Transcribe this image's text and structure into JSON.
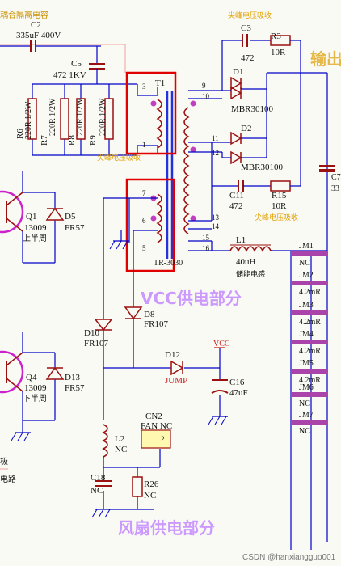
{
  "texts": {
    "top_label": "耦合隔离电容",
    "c2_name": "C2",
    "c2_value": "335uF 400V",
    "c5_name": "C5",
    "c5_value": "472 1KV",
    "r6_name": "R6",
    "r6_value": "220R 1/2W",
    "r7_name": "R7",
    "r7_value": "220R 1/2W",
    "r8_name": "R8",
    "r8_value": "220R 1/2W",
    "r9_name": "R9",
    "r9_value": "220R 1/2W",
    "t1_name": "T1",
    "t1_part": "TR-3030",
    "snubber1": "尖峰电压吸收",
    "snubber2": "尖峰电压吸收",
    "snubber3": "尖峰电压吸收",
    "c3_name": "C3",
    "c3_value": "472",
    "r3_name": "R3",
    "r3_value": "10R",
    "d1_name": "D1",
    "d1_part": "MBR30100",
    "d2_name": "D2",
    "d2_part": "MBR30100",
    "c11_name": "C11",
    "c11_value": "472",
    "r15_name": "R15",
    "r15_value": "10R",
    "output_title": "输出",
    "l1_name": "L1",
    "l1_value": "40uH",
    "l1_desc": "储能电感",
    "q1_name": "Q1",
    "q1_part": "13009",
    "q1_desc": "上半周",
    "d5_name": "D5",
    "d5_part": "FR57",
    "q4_name": "Q4",
    "q4_part": "13009",
    "q4_desc": "下半周",
    "d13_name": "D13",
    "d13_part": "FR57",
    "vcc_title": "VCC供电部分",
    "d8_name": "D8",
    "d8_part": "FR107",
    "d10_name": "D10",
    "d10_part": "FR107",
    "d12_name": "D12",
    "d12_part": "JUMP",
    "vcc_label": "VCC",
    "c16_name": "C16",
    "c16_value": "47uF",
    "cn2_name": "CN2",
    "cn2_part": "FAN NC",
    "l2_name": "L2",
    "l2_value": "NC",
    "c18_name": "C18",
    "c18_value": "NC",
    "r26_name": "R26",
    "r26_value": "NC",
    "fan_title": "风扇供电部分",
    "left_frag1": "极",
    "left_frag2": "电路",
    "jm1_name": "JM1",
    "jm1_value": "NC",
    "jm2_name": "JM2",
    "jm2_value": "4.2mR",
    "jm3_name": "JM3",
    "jm3_value": "4.2mR",
    "jm4_name": "JM4",
    "jm4_value": "4.2mR",
    "jm5_name": "JM5",
    "jm5_value": "4.2mR",
    "jm6_name": "JM6",
    "jm6_value": "NC",
    "jm7_name": "JM7",
    "jm7_value": "NC",
    "c7_frag": "C7",
    "c7_val_frag": "33",
    "pin_labels": [
      "3",
      "1",
      "7",
      "6",
      "5",
      "9",
      "10",
      "11",
      "12",
      "13",
      "14",
      "15",
      "16",
      "1",
      "2"
    ],
    "watermark": "CSDN @hanxiangguo001"
  },
  "colors": {
    "wire": "#0000c8",
    "component": "#9b1010",
    "annotation": "#e0a000",
    "title": "#cc99ff",
    "highlight": "#e00000",
    "pin_dot": "#c040c0"
  }
}
